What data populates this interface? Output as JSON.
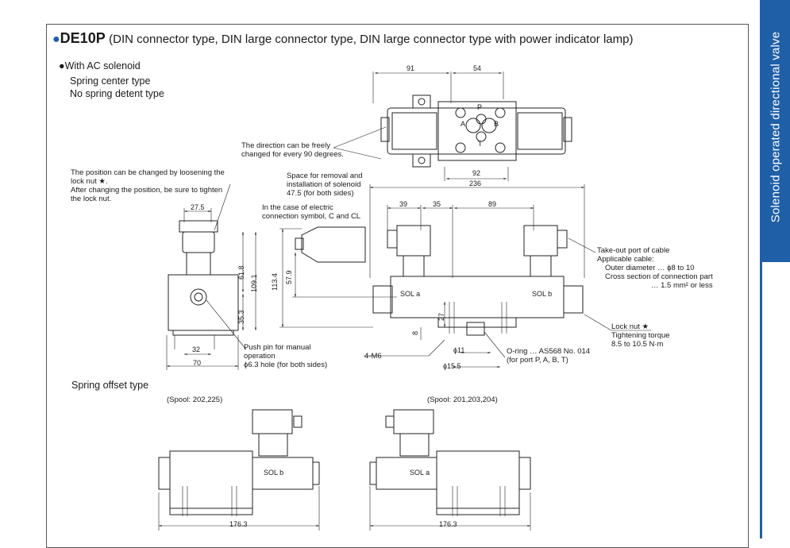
{
  "side_tab": {
    "label": "Solenoid operated directional valve",
    "color": "#1f5fa8"
  },
  "title": {
    "model": "DE10P",
    "description": "(DIN connector type, DIN large connector type, DIN large connector type with power indicator lamp)"
  },
  "section1": {
    "bullet_line": "With AC solenoid",
    "line2": "Spring center type",
    "line3": "No spring detent type"
  },
  "notes": {
    "direction": [
      "The direction can be freely",
      "changed for every 90 degrees."
    ],
    "lock_nut_position": [
      "The position can be changed by loosening the",
      "lock nut ★.",
      "After changing the position, be sure to tighten",
      "the lock nut."
    ],
    "space_removal": [
      "Space for removal and",
      "installation of solenoid",
      "47.5 (for both sides)"
    ],
    "connection_symbol": [
      "In the case of electric",
      "connection symbol, C and CL"
    ],
    "cable": [
      "Take-out port of cable",
      "Applicable cable:",
      "Outer diameter … ϕ8 to 10",
      "Cross section of connection part",
      "… 1.5 mm² or less"
    ],
    "lock_nut_torque": [
      "Lock nut ★",
      "Tightening torque",
      "8.5 to 10.5 N·m"
    ],
    "push_pin": [
      "Push pin for manual",
      "operation",
      "ϕ6.3 hole (for both sides)"
    ],
    "o_ring": [
      "O-ring … AS568 No. 014",
      "(for port P, A, B, T)"
    ],
    "screw": "4-M6"
  },
  "dims": {
    "top": {
      "d91": "91",
      "d54": "54",
      "d92": "92"
    },
    "front": {
      "d236": "236",
      "d39": "39",
      "d35": "35",
      "d89": "89",
      "d113_4": "113.4",
      "d57_9": "57.9",
      "d27": "27",
      "d8": "8",
      "d11": "ϕ11",
      "d15_5": "ϕ15.5"
    },
    "side": {
      "d27_5": "27.5",
      "d61_8": "61.8",
      "d109_1": "109.1",
      "d35_3": "35.3",
      "d32": "32",
      "d70": "70"
    },
    "offset": {
      "d176_3_left": "176.3",
      "d176_3_right": "176.3"
    }
  },
  "labels": {
    "sol_a": "SOL a",
    "sol_b": "SOL b",
    "port_p": "P",
    "port_a": "A",
    "port_b": "B",
    "port_t": "T"
  },
  "section2": {
    "title": "Spring offset type",
    "left_spool": "(Spool: 202,225)",
    "right_spool": "(Spool: 201,203,204)",
    "left_sol": "SOL b",
    "right_sol": "SOL a"
  }
}
